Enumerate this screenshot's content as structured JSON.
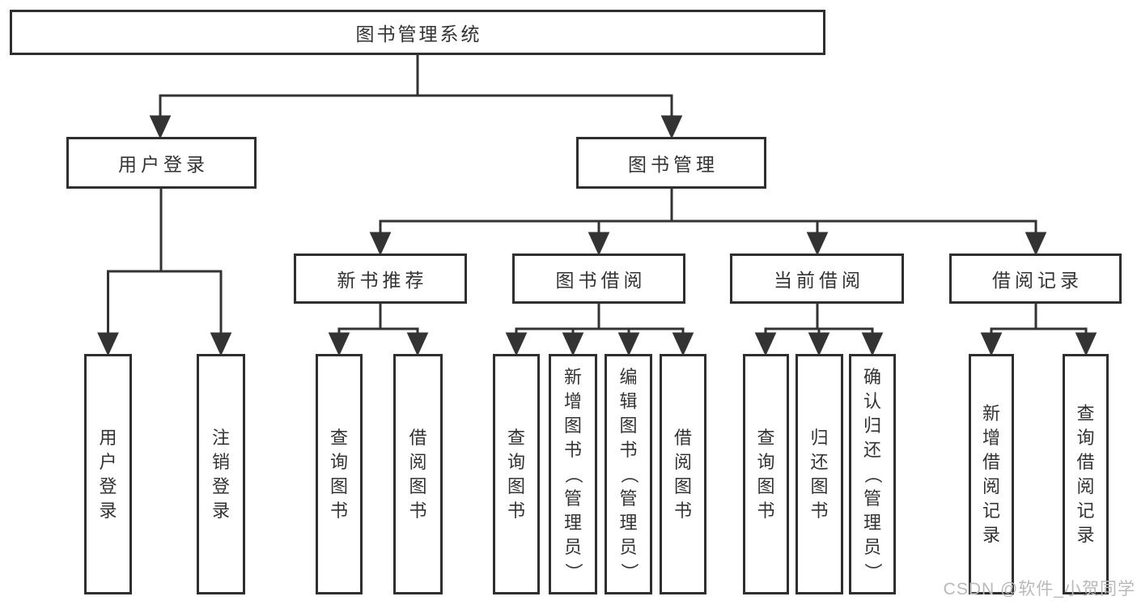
{
  "tree": {
    "label": "图书管理系统",
    "children": [
      {
        "label": "用户登录",
        "children": [
          {
            "label": "用户登录"
          },
          {
            "label": "注销登录"
          }
        ]
      },
      {
        "label": "图书管理",
        "children": [
          {
            "label": "新书推荐",
            "children": [
              {
                "label": "查询图书"
              },
              {
                "label": "借阅图书"
              }
            ]
          },
          {
            "label": "图书借阅",
            "children": [
              {
                "label": "查询图书"
              },
              {
                "label": "新增图书（管理员）"
              },
              {
                "label": "编辑图书（管理员）"
              },
              {
                "label": "借阅图书"
              }
            ]
          },
          {
            "label": "当前借阅",
            "children": [
              {
                "label": "查询图书"
              },
              {
                "label": "归还图书"
              },
              {
                "label": "确认归还（管理员）"
              }
            ]
          },
          {
            "label": "借阅记录",
            "children": [
              {
                "label": "新增借阅记录"
              },
              {
                "label": "查询借阅记录"
              }
            ]
          }
        ]
      }
    ]
  },
  "watermark": {
    "text": "CSDN @软件_小贺同学"
  },
  "colors": {
    "line": "#333333",
    "border": "#2f2f2f",
    "text": "#333333",
    "watermark": "#b9b9b9",
    "background": "#ffffff"
  }
}
